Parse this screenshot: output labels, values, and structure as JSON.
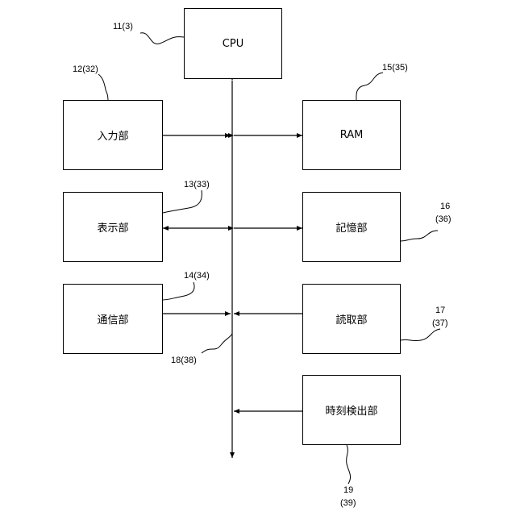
{
  "blocks": {
    "cpu": "CPU",
    "input": "入力部",
    "ram": "RAM",
    "display": "表示部",
    "storage": "記憶部",
    "communication": "通信部",
    "reader": "読取部",
    "time_detector": "時刻検出部"
  },
  "refs": {
    "cpu": "11(3)",
    "input": "12(32)",
    "ram": "15(35)",
    "display": "13(33)",
    "storage_a": "16",
    "storage_b": "(36)",
    "communication": "14(34)",
    "reader_a": "17",
    "reader_b": "(37)",
    "bus": "18(38)",
    "time_a": "19",
    "time_b": "(39)"
  }
}
